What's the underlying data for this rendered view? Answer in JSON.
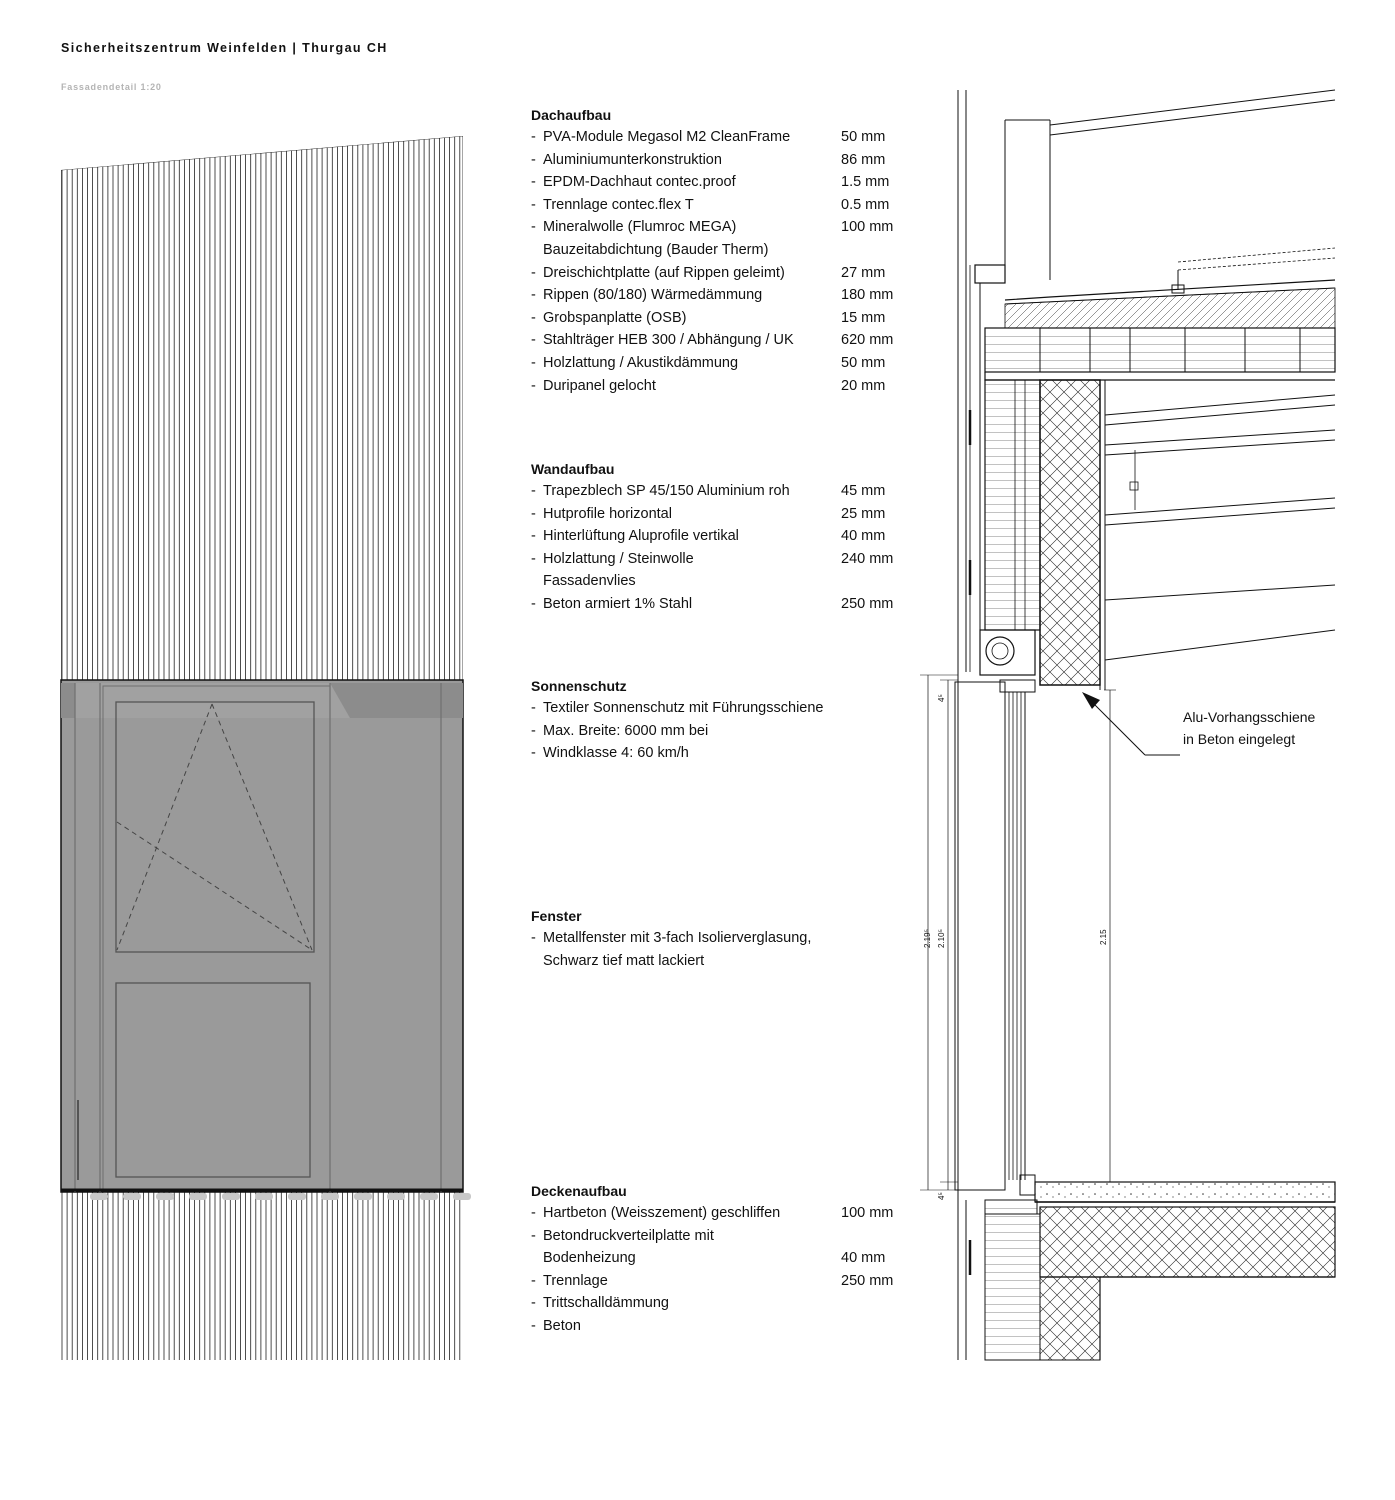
{
  "header": {
    "title": "Sicherheitszentrum Weinfelden | Thurgau CH",
    "subtitle": "Fassadendetail 1:20"
  },
  "specs": [
    {
      "heading": "Dachaufbau",
      "rows": [
        {
          "label": "PVA-Module Megasol M2 CleanFrame",
          "value": "50 mm"
        },
        {
          "label": "Aluminiumunterkonstruktion",
          "value": "86 mm"
        },
        {
          "label": "EPDM-Dachhaut contec.proof",
          "value": "1.5 mm"
        },
        {
          "label": "Trennlage contec.flex T",
          "value": "0.5 mm"
        },
        {
          "label": "Mineralwolle (Flumroc MEGA)",
          "value": "100 mm"
        },
        {
          "label": "Bauzeitabdichtung (Bauder Therm)",
          "value": "",
          "indent": true
        },
        {
          "label": "Dreischichtplatte (auf Rippen geleimt)",
          "value": "27 mm"
        },
        {
          "label": "Rippen (80/180) Wärmedämmung",
          "value": "180 mm"
        },
        {
          "label": "Grobspanplatte (OSB)",
          "value": "15 mm"
        },
        {
          "label": "Stahlträger HEB 300 / Abhängung / UK",
          "value": "620 mm"
        },
        {
          "label": "Holzlattung / Akustikdämmung",
          "value": "50 mm"
        },
        {
          "label": "Duripanel gelocht",
          "value": "20 mm"
        }
      ]
    },
    {
      "heading": "Wandaufbau",
      "rows": [
        {
          "label": "Trapezblech SP 45/150 Aluminium roh",
          "value": "45 mm"
        },
        {
          "label": "Hutprofile horizontal",
          "value": "25 mm"
        },
        {
          "label": "Hinterlüftung Aluprofile vertikal",
          "value": "40 mm"
        },
        {
          "label": "Holzlattung / Steinwolle",
          "value": "240 mm"
        },
        {
          "label": "Fassadenvlies",
          "value": "",
          "indent": true
        },
        {
          "label": "Beton armiert 1% Stahl",
          "value": "250 mm"
        }
      ]
    },
    {
      "heading": "Sonnenschutz",
      "rows": [
        {
          "label": "Textiler Sonnenschutz mit Führungsschiene",
          "value": ""
        },
        {
          "label": "Max. Breite: 6000 mm bei",
          "value": ""
        },
        {
          "label": "Windklasse 4: 60 km/h",
          "value": ""
        }
      ]
    },
    {
      "heading": "Fenster",
      "rows": [
        {
          "label": "Metallfenster mit 3-fach Isolierverglasung,",
          "value": ""
        },
        {
          "label": "Schwarz tief matt lackiert",
          "value": "",
          "indent": true
        }
      ]
    },
    {
      "heading": "Deckenaufbau",
      "rows": [
        {
          "label": "Hartbeton (Weisszement) geschliffen",
          "value": "100 mm"
        },
        {
          "label": "Betondruckverteilplatte mit",
          "value": ""
        },
        {
          "label": "Bodenheizung",
          "value": "40 mm",
          "indent": true
        },
        {
          "label": "Trennlage",
          "value": "250 mm"
        },
        {
          "label": "Trittschalldämmung",
          "value": ""
        },
        {
          "label": "Beton",
          "value": ""
        }
      ]
    }
  ],
  "callout": {
    "line1": "Alu-Vorhangsschiene",
    "line2": "in Beton eingelegt"
  },
  "dimensions": {
    "total": "2.19⁵",
    "window": "2.10⁵",
    "clear": "2.15",
    "top": "4⁵",
    "bottom": "4⁵"
  },
  "colors": {
    "line": "#111111",
    "window_fill": "#9a9a9a",
    "window_frame": "#8a8a8a",
    "subtitle": "#b4b4b4"
  }
}
